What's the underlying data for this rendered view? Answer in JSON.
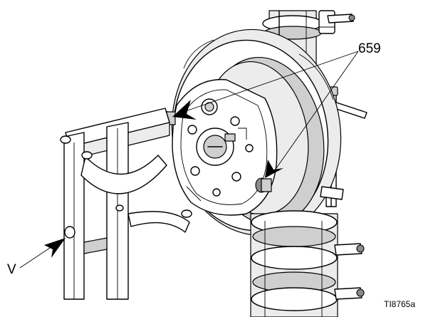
{
  "callouts": {
    "part_659": "659",
    "part_v": "V"
  },
  "figure_id": "TI8765a",
  "colors": {
    "line": "#000000",
    "shade_light": "#ececec",
    "shade_mid": "#cfcfcf",
    "shade_dark": "#8a8a8a",
    "background": "#ffffff"
  }
}
